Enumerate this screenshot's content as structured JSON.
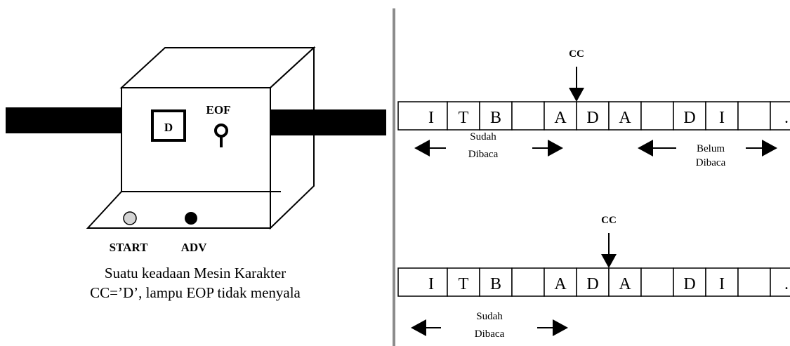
{
  "machine": {
    "window_char": "D",
    "eof_label": "EOF",
    "start_label": "START",
    "adv_label": "ADV",
    "caption_line1": "Suatu keadaan Mesin Karakter",
    "caption_line2": "CC=’D’, lampu EOP tidak menyala"
  },
  "tape_top": {
    "cells": [
      "I",
      "T",
      "B",
      "",
      "A",
      "D",
      "A",
      "",
      "D",
      "I",
      "",
      "."
    ],
    "cc_label": "CC",
    "cc_index": 5,
    "left_arrow": {
      "line1": "Sudah",
      "line2": "Dibaca"
    },
    "right_arrow": {
      "line1": "Belum",
      "line2": "Dibaca"
    }
  },
  "tape_bottom": {
    "cells": [
      "I",
      "T",
      "B",
      "",
      "A",
      "D",
      "A",
      "",
      "D",
      "I",
      "",
      "."
    ],
    "cc_label": "CC",
    "cc_index": 6,
    "left_arrow": {
      "line1": "Sudah",
      "line2": "Dibaca"
    }
  },
  "colors": {
    "divider": "#8c8c8c",
    "start_button": "#d4d4d4",
    "adv_button": "#000000"
  }
}
